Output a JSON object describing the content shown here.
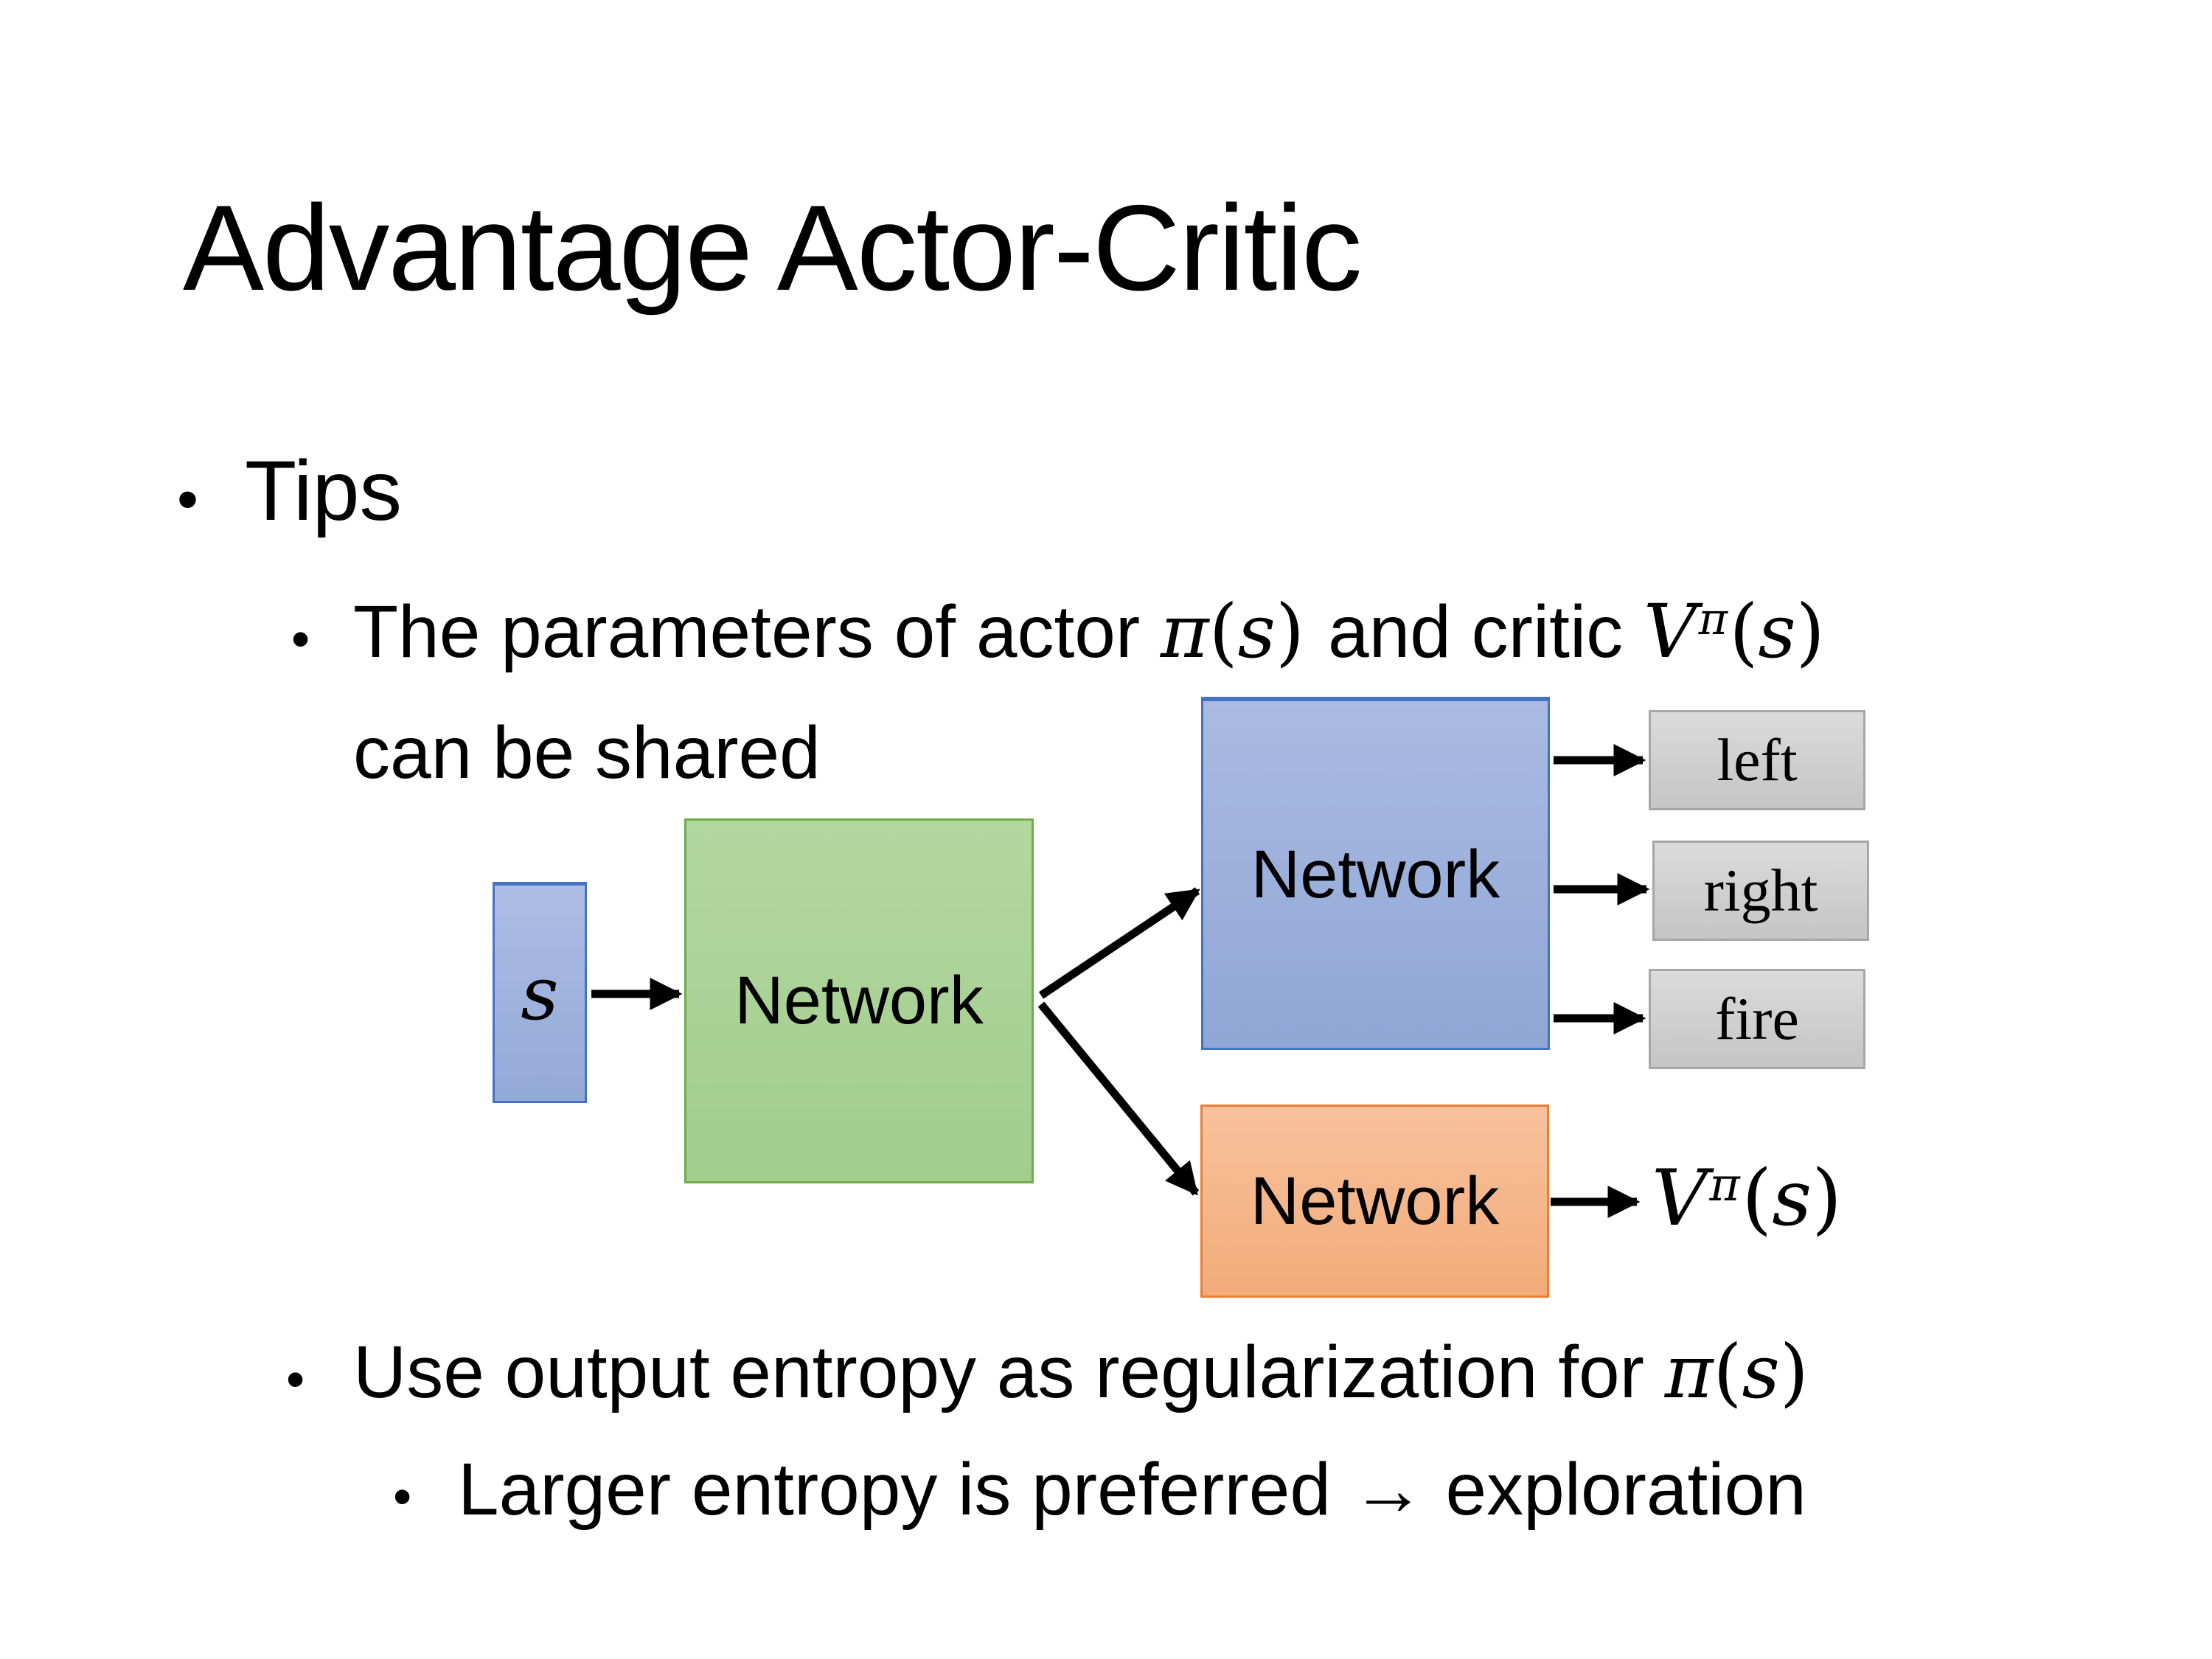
{
  "slide": {
    "title": "Advantage Actor-Critic",
    "background": "#ffffff"
  },
  "bullets": {
    "glyph": "•",
    "tips": "Tips",
    "share_pre": "The parameters of actor ",
    "share_mid": "and critic ",
    "share_line2": "can be shared",
    "entropy_pre": "Use output entropy as regularization for ",
    "larger_pre": "Larger entropy is preferred ",
    "larger_arrow": "→",
    "larger_post": " exploration"
  },
  "math": {
    "pi": "π",
    "V": "V",
    "s": "s",
    "lparen": "(",
    "rparen": ")"
  },
  "diagram": {
    "input_label": "s",
    "shared_network_label": "Network",
    "actor_network_label": "Network",
    "critic_network_label": "Network",
    "outputs": [
      "left",
      "right",
      "fire"
    ],
    "colors": {
      "input_fill": "#9fb3de",
      "input_border": "#4472c4",
      "shared_fill": "#a9d18e",
      "shared_border": "#70ad47",
      "actor_fill": "#9db0dc",
      "actor_border": "#4472c4",
      "critic_fill": "#f4b183",
      "critic_border": "#ed7d31",
      "output_fill": "#d2d2d2",
      "output_border": "#a6a6a6",
      "arrow": "#000000"
    }
  }
}
